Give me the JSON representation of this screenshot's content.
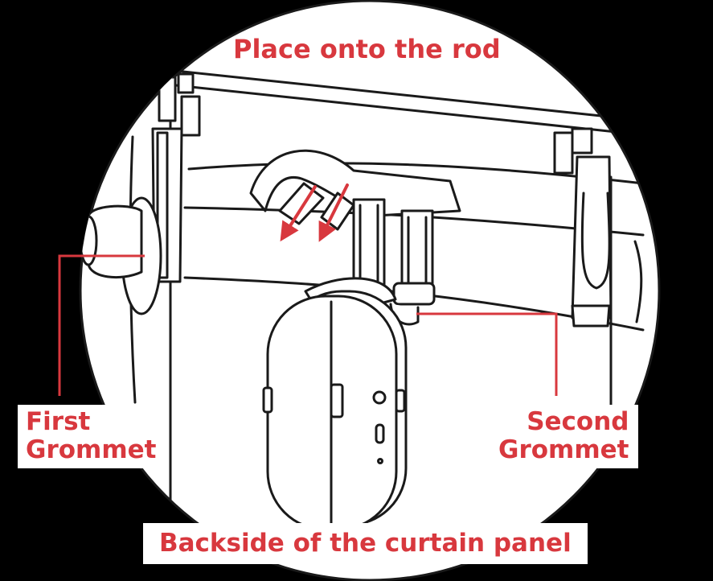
{
  "labels": {
    "place_rod": "Place onto the rod",
    "first_grommet": [
      "First",
      "Grommet"
    ],
    "second_grommet": [
      "Second",
      "Grommet"
    ],
    "backside": "Backside of the curtain panel"
  },
  "colors": {
    "background": "#000000",
    "circle_fill": "#ffffff",
    "line": "#1a1a1a",
    "accent": "#d8383e"
  },
  "icons": [
    "curtain-rod",
    "rod-clip",
    "grommet",
    "curtain-robot-device",
    "down-arrow"
  ]
}
